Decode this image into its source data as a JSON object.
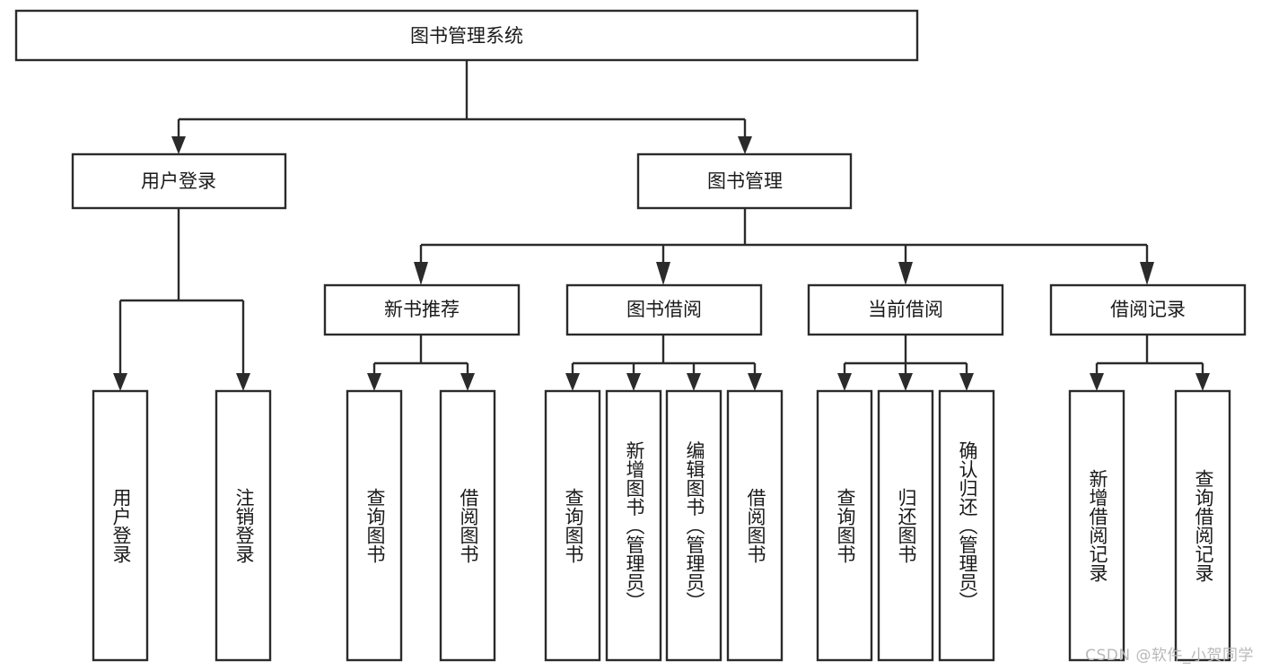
{
  "diagram": {
    "title": "图书管理系统",
    "type": "hierarchy-tree",
    "watermark": "CSDN @软件_小贺同学",
    "colors": {
      "stroke": "#2b2b2b",
      "fill": "#ffffff",
      "text": "#1a1a1a",
      "watermark": "#b8b8b8",
      "background": "#ffffff"
    },
    "levels": {
      "root": {
        "label": "图书管理系统"
      },
      "level2": [
        {
          "label": "用户登录"
        },
        {
          "label": "图书管理"
        }
      ],
      "level3": [
        {
          "label": "新书推荐"
        },
        {
          "label": "图书借阅"
        },
        {
          "label": "当前借阅"
        },
        {
          "label": "借阅记录"
        }
      ],
      "leaves": {
        "user_login": [
          {
            "label": "用户登录"
          },
          {
            "label": "注销登录"
          }
        ],
        "new_book_recommend": [
          {
            "label": "查询图书"
          },
          {
            "label": "借阅图书"
          }
        ],
        "book_borrow": [
          {
            "label": "查询图书"
          },
          {
            "label": "新增图书（管理员）"
          },
          {
            "label": "编辑图书（管理员）"
          },
          {
            "label": "借阅图书"
          }
        ],
        "current_borrow": [
          {
            "label": "查询图书"
          },
          {
            "label": "归还图书"
          },
          {
            "label": "确认归还（管理员）"
          }
        ],
        "borrow_record": [
          {
            "label": "新增借阅记录"
          },
          {
            "label": "查询借阅记录"
          }
        ]
      }
    }
  }
}
